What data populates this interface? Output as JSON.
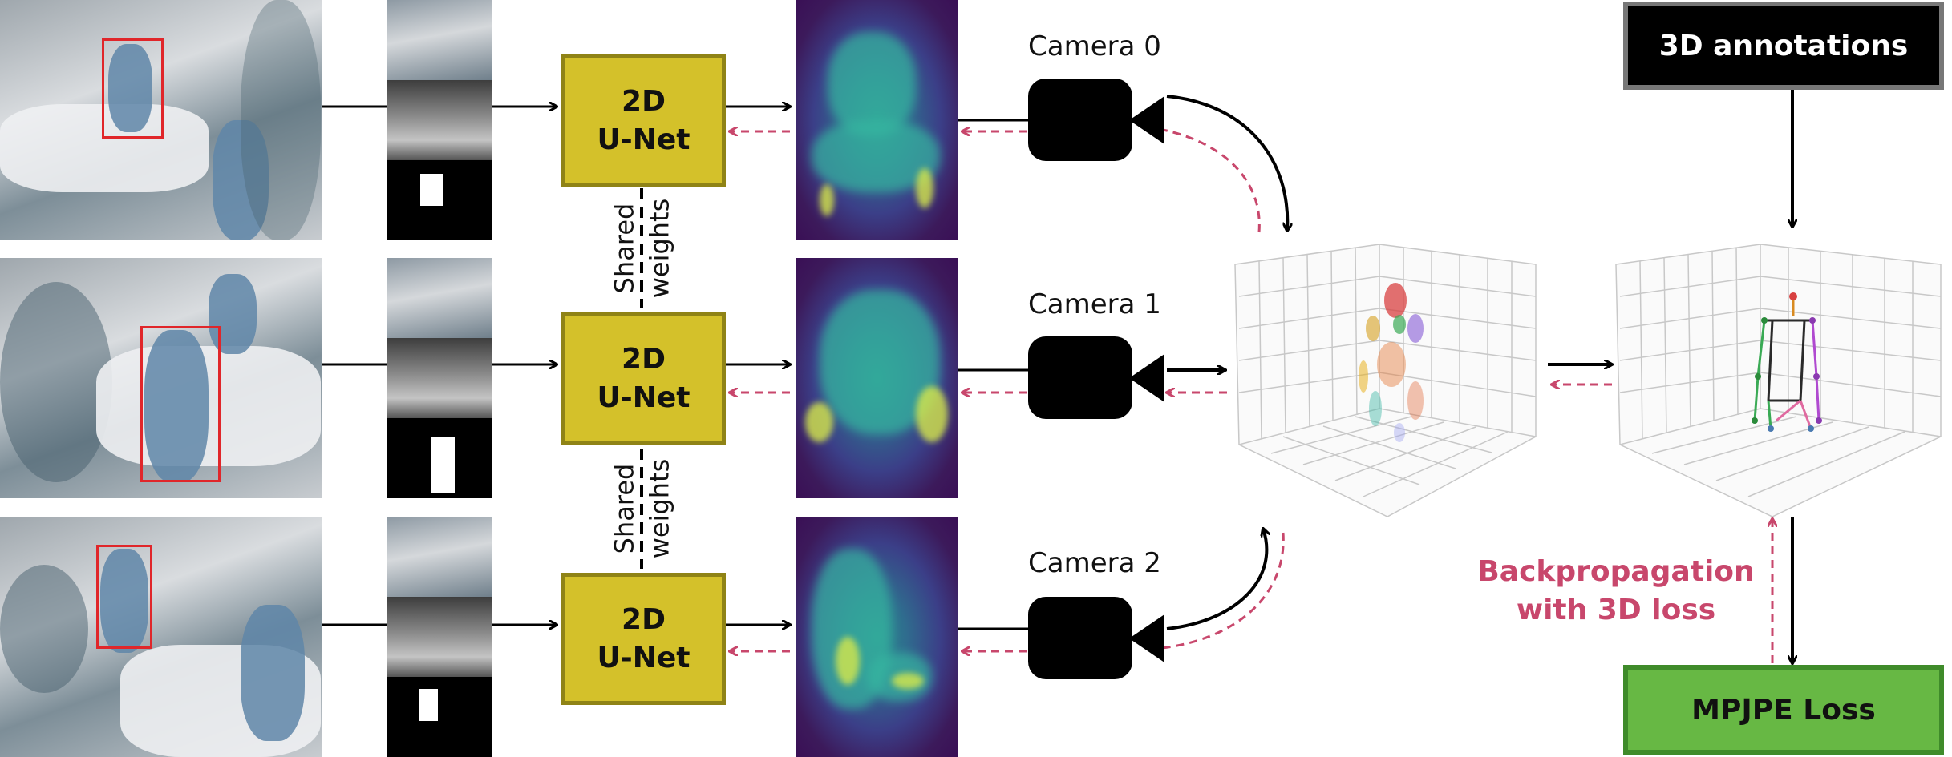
{
  "rows": [
    {
      "camera_label": "Camera 0",
      "unet_line1": "2D",
      "unet_line2": "U-Net"
    },
    {
      "camera_label": "Camera 1",
      "unet_line1": "2D",
      "unet_line2": "U-Net"
    },
    {
      "camera_label": "Camera 2",
      "unet_line1": "2D",
      "unet_line2": "U-Net"
    }
  ],
  "shared_weights": {
    "line1": "Shared",
    "line2": "weights"
  },
  "annotations_box": "3D annotations",
  "loss_box": "MPJPE Loss",
  "backprop": {
    "line1": "Backpropagation",
    "line2": "with 3D loss"
  },
  "colors": {
    "unet_fill": "#d4c12a",
    "unet_border": "#8f8316",
    "loss_fill": "#67b844",
    "backprop_text": "#c8476c",
    "dashed_arrow": "#c8476c",
    "bbox": "#e0262a"
  }
}
